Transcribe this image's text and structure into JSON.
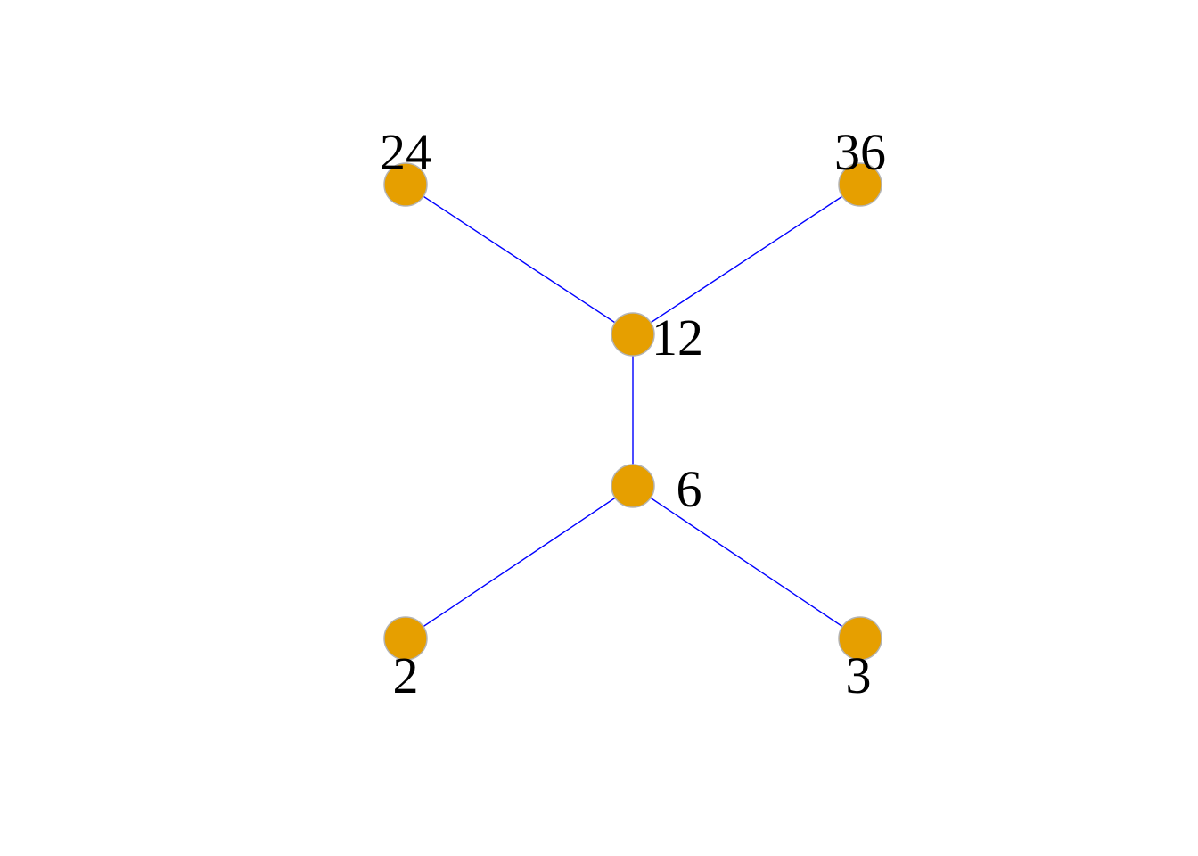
{
  "graph": {
    "node_color": "#e69f00",
    "node_border_color": "#b3b3b3",
    "edge_color": "#0000ff",
    "label_color": "#000000",
    "nodes": [
      {
        "id": "n24",
        "label": "24"
      },
      {
        "id": "n36",
        "label": "36"
      },
      {
        "id": "n12",
        "label": "12"
      },
      {
        "id": "n6",
        "label": "6"
      },
      {
        "id": "n2",
        "label": "2"
      },
      {
        "id": "n3",
        "label": "3"
      }
    ],
    "edges": [
      {
        "from": "n24",
        "to": "n12"
      },
      {
        "from": "n36",
        "to": "n12"
      },
      {
        "from": "n12",
        "to": "n6"
      },
      {
        "from": "n6",
        "to": "n2"
      },
      {
        "from": "n6",
        "to": "n3"
      }
    ]
  }
}
